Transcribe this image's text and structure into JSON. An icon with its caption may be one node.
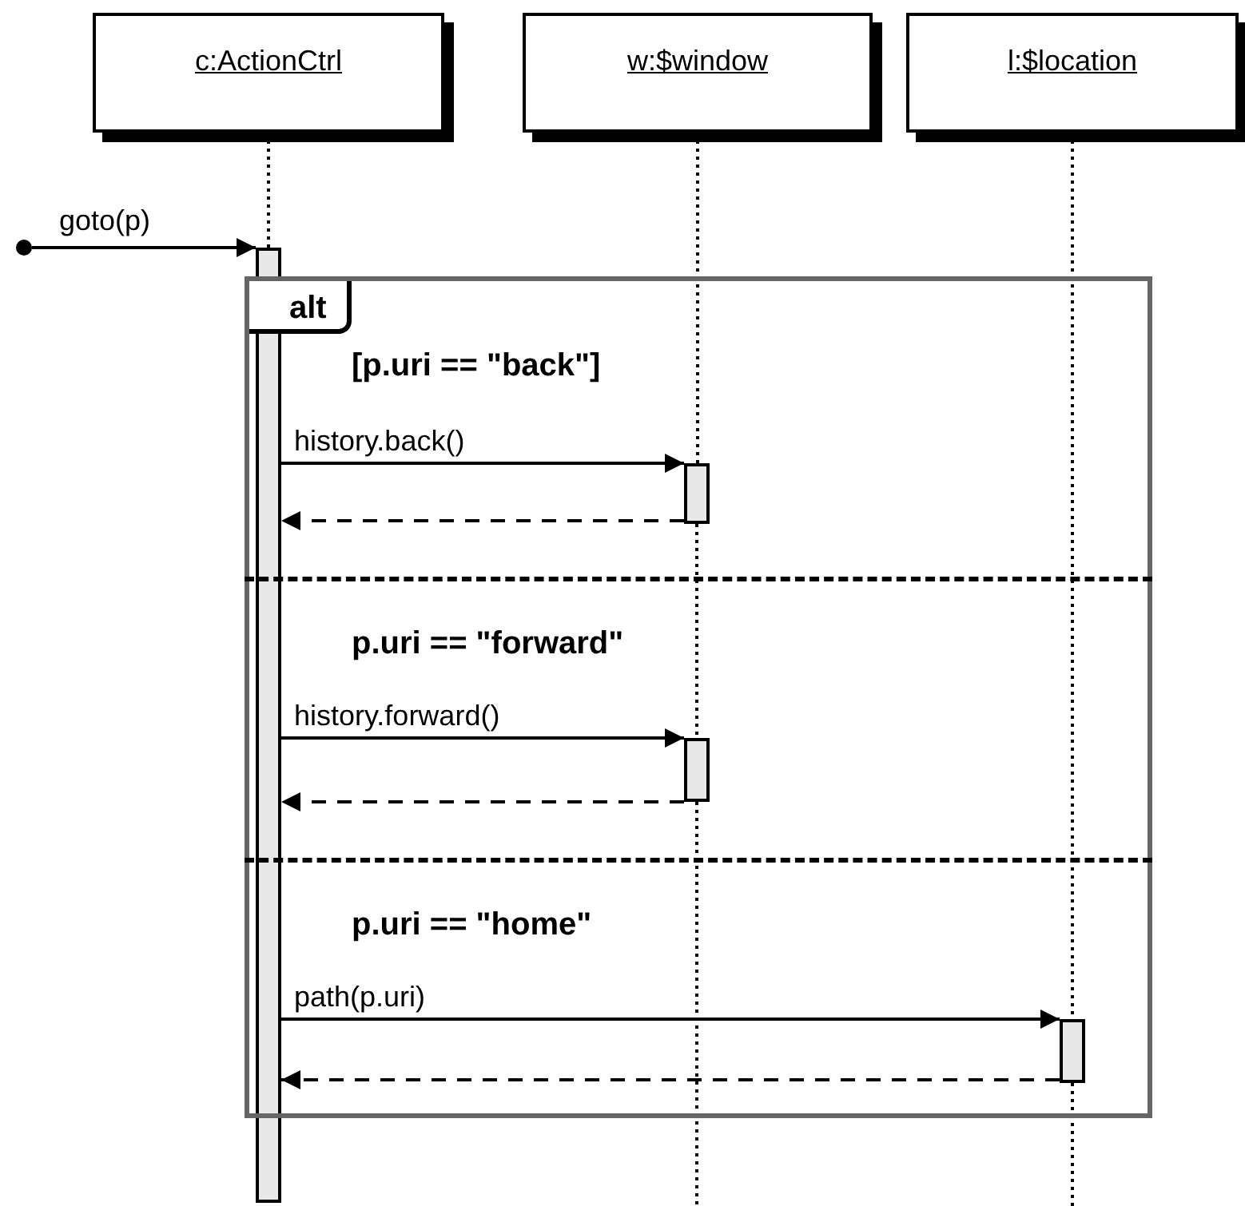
{
  "diagram": {
    "nodes": [
      {
        "text": [
          "c:ActionCtrl"
        ]
      },
      {
        "text": [
          "w:$window"
        ]
      },
      {
        "text": [
          "l:$location"
        ]
      },
      {
        "text": [],
        "shape": "circle"
      },
      {
        "text": [],
        "shape": "bar"
      },
      {
        "text": [
          "alt",
          "[p.uri == \"back\"]",
          "p.uri == \"forward\"",
          "p.uri == \"home\""
        ]
      },
      {
        "text": [],
        "shape": "bar",
        "in": 5
      },
      {
        "text": [],
        "shape": "bar",
        "in": 5
      },
      {
        "text": [],
        "shape": "bar",
        "in": 5
      }
    ],
    "edges": [
      {
        "from": 3,
        "to": 4,
        "arrow": "to",
        "label": "goto(p)"
      },
      {
        "from": 4,
        "to": 6,
        "arrow": "to",
        "label": "history.back()"
      },
      {
        "from": 6,
        "to": 4,
        "arrow": "to",
        "style": "dashed"
      },
      {
        "from": 4,
        "to": 7,
        "arrow": "to",
        "label": "history.forward()"
      },
      {
        "from": 7,
        "to": 4,
        "arrow": "to",
        "style": "dashed"
      },
      {
        "from": 4,
        "to": 8,
        "arrow": "to",
        "label": "path(p.uri)"
      },
      {
        "from": 8,
        "to": 4,
        "arrow": "to",
        "style": "dashed"
      },
      {
        "from": 0,
        "to": 4,
        "arrow": "none",
        "style": "dashed"
      },
      {
        "from": 1,
        "to": 6,
        "arrow": "none",
        "style": "dashed"
      },
      {
        "from": 6,
        "to": 7,
        "arrow": "none",
        "style": "dashed"
      },
      {
        "from": 7,
        "to": null,
        "arrow": "none",
        "style": "dashed"
      },
      {
        "from": 2,
        "to": 8,
        "arrow": "none",
        "style": "dashed"
      },
      {
        "from": 8,
        "to": null,
        "arrow": "none",
        "style": "dashed"
      }
    ]
  }
}
